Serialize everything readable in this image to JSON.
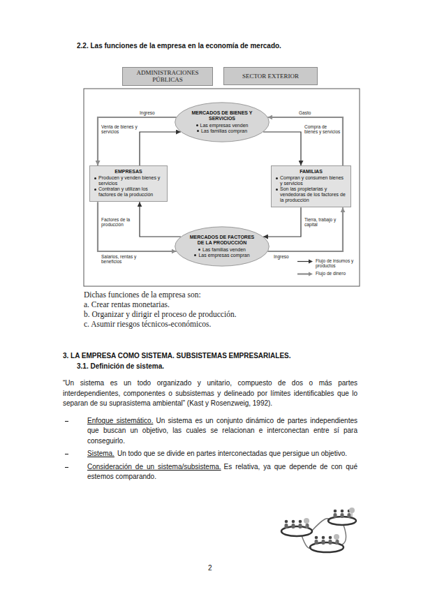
{
  "diagram": {
    "title": "2.2. Las funciones de la empresa en la economía de mercado.",
    "nodes": [
      {
        "text": [
          "ADMINISTRACIONES PÚBLICAS"
        ]
      },
      {
        "text": [
          "SECTOR EXTERIOR"
        ]
      },
      {
        "text": [
          "MERCADOS DE BIENES Y SERVICIOS",
          "Las empresas venden",
          "Las familias compran"
        ]
      },
      {
        "text": [
          "EMPRESAS",
          "Producen y venden bienes y servicios",
          "Contratan y utilizan los factores de la producción"
        ]
      },
      {
        "text": [
          "FAMILIAS",
          "Compran y consumen bienes y servicios",
          "Son las propietarias y vendedoras de los factores de la producción"
        ]
      },
      {
        "text": [
          "MERCADOS DE FACTORES DE LA PRODUCCIÓN",
          "Las familias venden",
          "Las empresas compran"
        ]
      }
    ],
    "edges": [
      {
        "from": 2,
        "to": 3,
        "label": "Ingreso",
        "arrow": "to"
      },
      {
        "from": 3,
        "to": 2,
        "label": "Venta de bienes y servicios",
        "arrow": "to"
      },
      {
        "from": 4,
        "to": 2,
        "label": "Gasto",
        "arrow": "to"
      },
      {
        "from": 2,
        "to": 4,
        "label": "Compra de bienes y servicios",
        "arrow": "to"
      },
      {
        "from": 5,
        "to": 3,
        "label": "Factores de la producción",
        "arrow": "to"
      },
      {
        "from": 3,
        "to": 5,
        "label": "Salarios, rentas y beneficios",
        "arrow": "to"
      },
      {
        "from": 4,
        "to": 5,
        "label": "Tierra, trabajo y capital",
        "arrow": "to"
      },
      {
        "from": 5,
        "to": 4,
        "label": "Ingreso",
        "arrow": "to"
      }
    ],
    "labels": [
      "Dichas funciones de la empresa son:",
      "a. Crear rentas monetarias.",
      "b. Organizar y dirigir el proceso de producción.",
      "c. Asumir riesgos técnicos-económicos.",
      "3. LA EMPRESA COMO SISTEMA. SUBSISTEMAS EMPRESARIALES.",
      "3.1. Definición de sistema.",
      "“Un sistema es un todo organizado y unitario, compuesto de dos o más partes interdependientes, componentes o subsistemas y delineado por límites identificables que lo separan de su suprasistema ambiental” (Kast y Rosenzweig, 1992).",
      "Enfoque sistemático.",
      "Un sistema es un conjunto dinámico de partes independientes que buscan un objetivo, las cuales se relacionan e interconectan entre sí para conseguirlo.",
      "Sistema.",
      "Un todo que se divide en partes interconectadas que persigue un objetivo.",
      "Consideración de un sistema/subsistema.",
      "Es relativa, ya que depende de con qué estemos comparando.",
      "2"
    ],
    "legend": [
      {
        "text": "Flujo de insumos y productos"
      },
      {
        "text": "Flujo de dinero"
      }
    ]
  }
}
